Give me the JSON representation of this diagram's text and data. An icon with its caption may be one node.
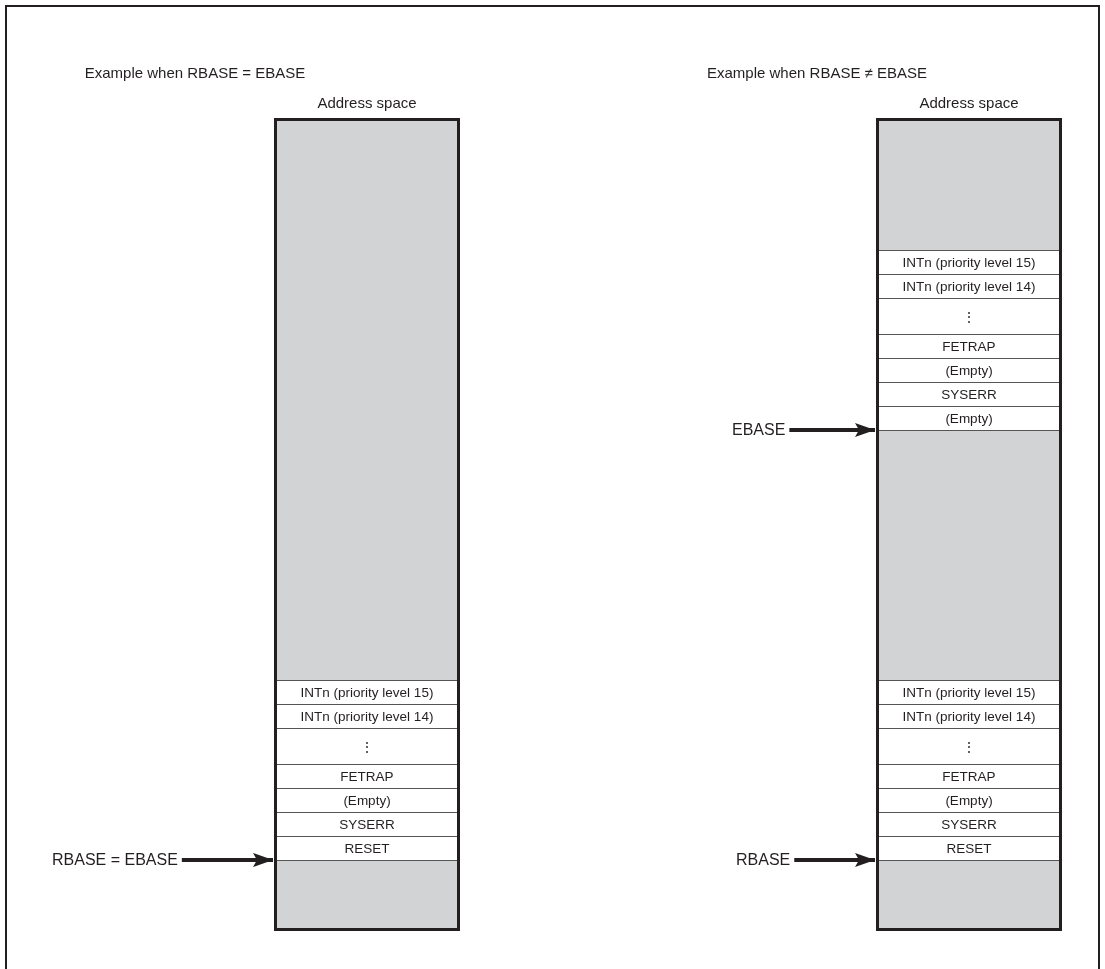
{
  "diagram": {
    "nodes": [
      {
        "text": [
          "Address space"
        ]
      },
      {
        "text": [],
        "shape": "box",
        "in": 0
      },
      {
        "text": [
          "INTn (priority level 15)"
        ],
        "in": 0
      },
      {
        "text": [
          "INTn (priority level 14)"
        ],
        "in": 0
      },
      {
        "text": [
          "⋮"
        ],
        "in": 0
      },
      {
        "text": [
          "FETRAP"
        ],
        "in": 0
      },
      {
        "text": [
          "(Empty)"
        ],
        "in": 0
      },
      {
        "text": [
          "SYSERR"
        ],
        "in": 0
      },
      {
        "text": [
          "RESET"
        ],
        "in": 0
      },
      {
        "text": [],
        "shape": "box",
        "in": 0
      },
      {
        "text": [
          "RBASE = EBASE"
        ]
      },
      {
        "text": [
          "Address space"
        ]
      },
      {
        "text": [],
        "shape": "box",
        "in": 11
      },
      {
        "text": [
          "INTn (priority level 15)"
        ],
        "in": 11
      },
      {
        "text": [
          "INTn (priority level 14)"
        ],
        "in": 11
      },
      {
        "text": [
          "⋮"
        ],
        "in": 11
      },
      {
        "text": [
          "FETRAP"
        ],
        "in": 11
      },
      {
        "text": [
          "(Empty)"
        ],
        "in": 11
      },
      {
        "text": [
          "SYSERR"
        ],
        "in": 11
      },
      {
        "text": [
          "(Empty)"
        ],
        "in": 11
      },
      {
        "text": [],
        "shape": "box",
        "in": 11
      },
      {
        "text": [
          "INTn (priority level 15)"
        ],
        "in": 11
      },
      {
        "text": [
          "INTn (priority level 14)"
        ],
        "in": 11
      },
      {
        "text": [
          "⋮"
        ],
        "in": 11
      },
      {
        "text": [
          "FETRAP"
        ],
        "in": 11
      },
      {
        "text": [
          "(Empty)"
        ],
        "in": 11
      },
      {
        "text": [
          "SYSERR"
        ],
        "in": 11
      },
      {
        "text": [
          "RESET"
        ],
        "in": 11
      },
      {
        "text": [],
        "shape": "box",
        "in": 11
      },
      {
        "text": [
          "EBASE"
        ]
      },
      {
        "text": [
          "RBASE"
        ]
      }
    ],
    "edges": [
      {
        "from": 10,
        "to": 0,
        "arrow": "to"
      },
      {
        "from": 29,
        "to": 11,
        "arrow": "to"
      },
      {
        "from": 30,
        "to": 11,
        "arrow": "to"
      }
    ],
    "labels": [
      "Example when RBASE = EBASE",
      "Example when RBASE ≠ EBASE"
    ]
  }
}
